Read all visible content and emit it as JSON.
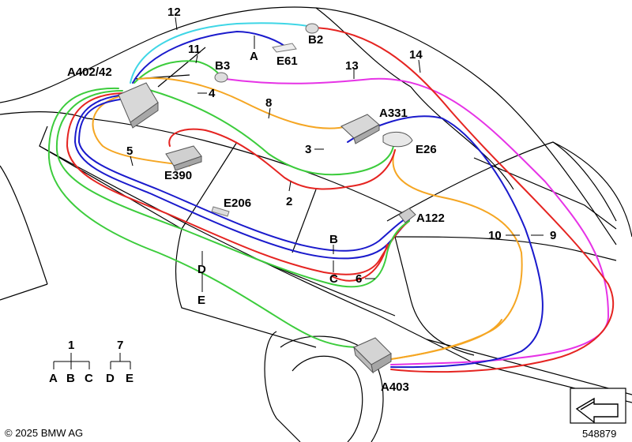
{
  "labels": {
    "l12": "12",
    "l11": "11",
    "lA": "A",
    "lE61": "E61",
    "lB2": "B2",
    "l14": "14",
    "lA402": "A402/42",
    "lB3": "B3",
    "l13": "13",
    "l4": "4",
    "l8": "8",
    "lA331": "A331",
    "lE26": "E26",
    "l3": "3",
    "l5": "5",
    "lE390": "E390",
    "l2": "2",
    "lE206": "E206",
    "lA122": "A122",
    "l10": "10",
    "l9": "9",
    "lB": "B",
    "lD": "D",
    "lC": "C",
    "l6": "6",
    "lE": "E",
    "lA403": "A403"
  },
  "legend": {
    "group1": {
      "title": "1",
      "items": [
        "A",
        "B",
        "C"
      ]
    },
    "group7": {
      "title": "7",
      "items": [
        "D",
        "E"
      ]
    }
  },
  "footer": {
    "copyright": "© 2025 BMW AG",
    "diagram_number": "548879"
  },
  "colors": {
    "red": "#e52421",
    "blue": "#1a1acc",
    "cyan": "#3fd6e6",
    "green": "#3ccc3c",
    "orange": "#f5a623",
    "magenta": "#e633e6"
  }
}
